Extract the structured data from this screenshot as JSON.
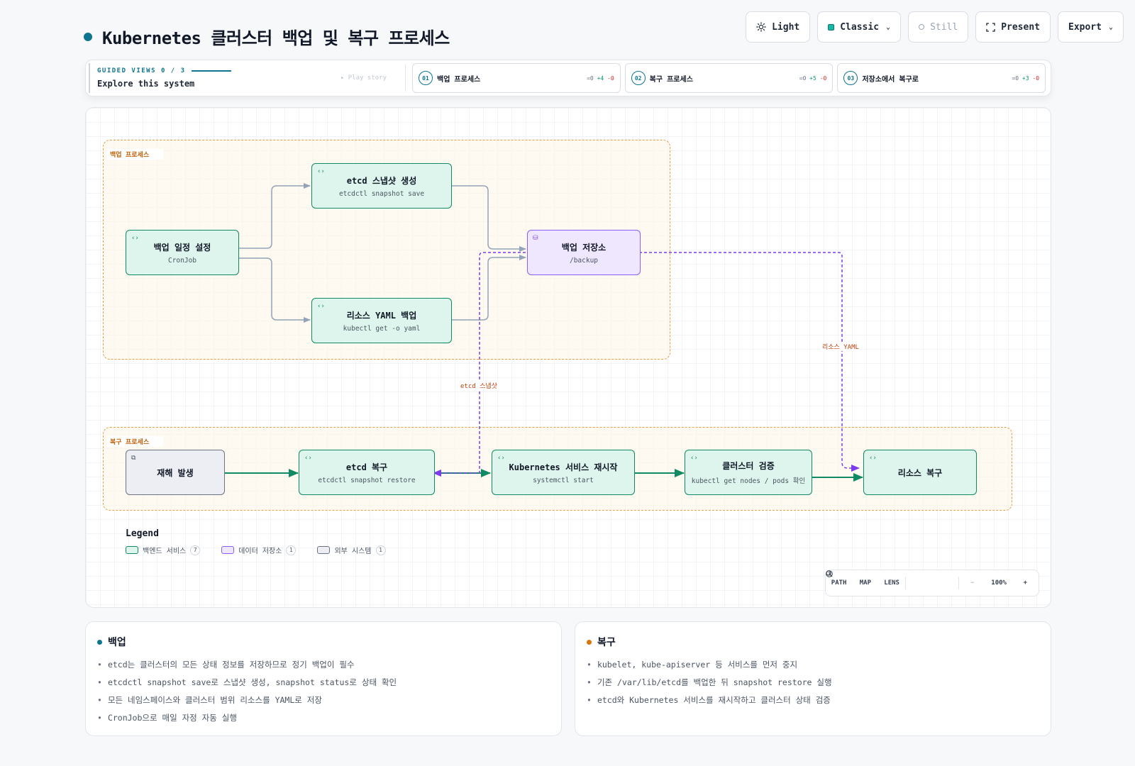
{
  "title": "Kubernetes 클러스터 백업 및 복구 프로세스",
  "toolbar": {
    "theme": "Light",
    "style": "Classic",
    "motion": "Still",
    "present": "Present",
    "export": "Export"
  },
  "guided": {
    "label": "GUIDED VIEWS 0 / 3",
    "heading": "Explore this system",
    "play": "▸ Play story",
    "stories": [
      {
        "num": "01",
        "name": "백업 프로세스",
        "eq": "=0",
        "plus": "+4",
        "minus": "-0"
      },
      {
        "num": "02",
        "name": "복구 프로세스",
        "eq": "=0",
        "plus": "+5",
        "minus": "-0"
      },
      {
        "num": "03",
        "name": "저장소에서 복구로",
        "eq": "=0",
        "plus": "+3",
        "minus": "-0"
      }
    ]
  },
  "diagram": {
    "groups": {
      "backup": "백업 프로세스",
      "restore": "복구 프로세스"
    },
    "nodes": {
      "schedule": {
        "title": "백업 일정 설정",
        "sub": "CronJob"
      },
      "snapshot": {
        "title": "etcd 스냅샷 생성",
        "sub": "etcdctl snapshot save"
      },
      "yaml": {
        "title": "리소스 YAML 백업",
        "sub": "kubectl get -o yaml"
      },
      "storage": {
        "title": "백업 저장소",
        "sub": "/backup"
      },
      "disaster": {
        "title": "재해 발생",
        "sub": ""
      },
      "etcd_restore": {
        "title": "etcd 복구",
        "sub": "etcdctl snapshot restore"
      },
      "restart": {
        "title": "Kubernetes 서비스 재시작",
        "sub": "systemctl start"
      },
      "verify": {
        "title": "클러스터 검증",
        "sub": "kubectl get nodes / pods 확인"
      },
      "resource_restore": {
        "title": "리소스 복구",
        "sub": ""
      }
    },
    "edge_labels": {
      "snapshot": "etcd 스냅샷",
      "yaml": "리소스 YAML"
    }
  },
  "legend": {
    "title": "Legend",
    "items": [
      {
        "label": "백엔드 서비스",
        "count": "7",
        "color": "#0f8a62",
        "fill": "#ddf5ec"
      },
      {
        "label": "데이터 저장소",
        "count": "1",
        "color": "#8b5cf6",
        "fill": "#efe7fd"
      },
      {
        "label": "외부 시스템",
        "count": "1",
        "color": "#6b7280",
        "fill": "#eceef3"
      }
    ]
  },
  "zoom": {
    "path": "PATH",
    "map": "MAP",
    "lens": "LENS",
    "minus": "−",
    "level": "100%",
    "plus": "+"
  },
  "cards": [
    {
      "title": "백업",
      "color": "#0e7490",
      "items": [
        "etcd는 클러스터의 모든 상태 정보를 저장하므로 정기 백업이 필수",
        "etcdctl snapshot save로 스냅샷 생성, snapshot status로 상태 확인",
        "모든 네임스페이스와 클러스터 범위 리소스를 YAML로 저장",
        "CronJob으로 매일 자정 자동 실행"
      ]
    },
    {
      "title": "복구",
      "color": "#d97706",
      "items": [
        "kubelet, kube-apiserver 등 서비스를 먼저 중지",
        "기존 /var/lib/etcd를 백업한 뒤 snapshot restore 실행",
        "etcd와 Kubernetes 서비스를 재시작하고 클러스터 상태 검증"
      ]
    }
  ]
}
